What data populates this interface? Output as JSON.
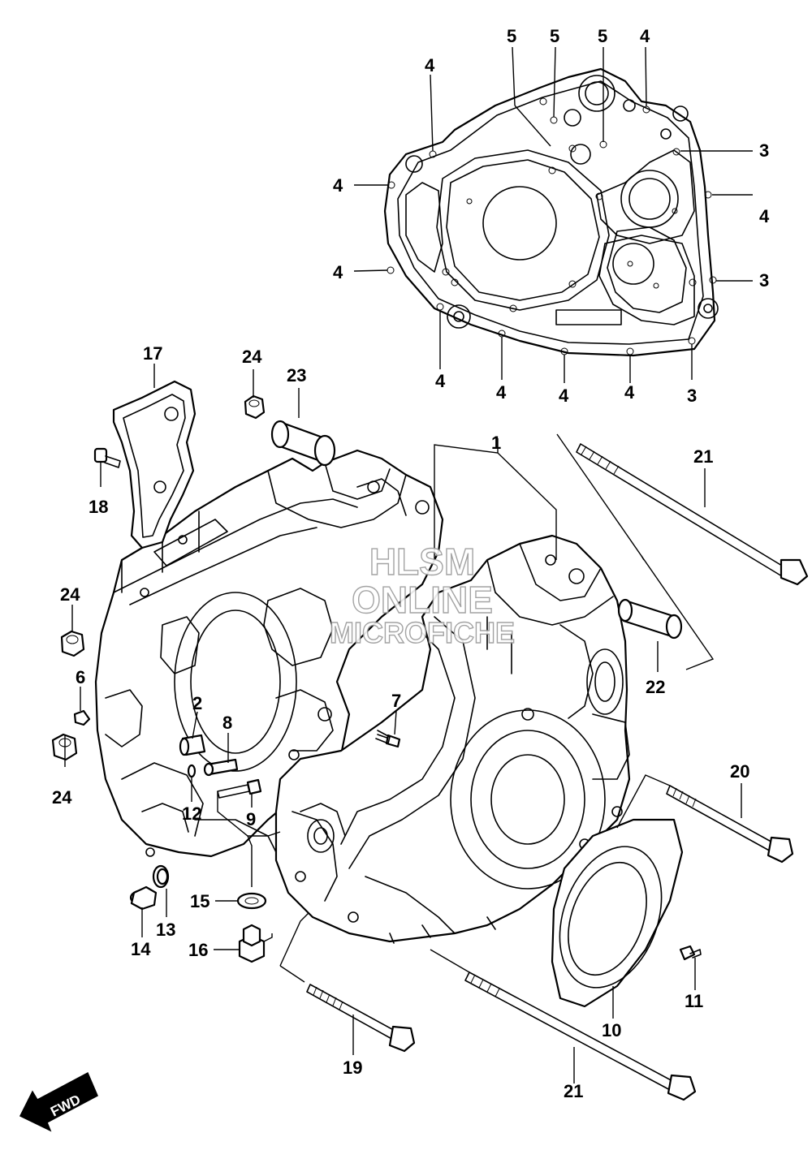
{
  "watermark": {
    "line1": "HLSM",
    "line2": "ONLINE",
    "line3": "MICROFICHE"
  },
  "fwd_label": "FWD",
  "callouts": {
    "c1": "1",
    "c2": "2",
    "c3a": "3",
    "c3b": "3",
    "c3c": "3",
    "c4a": "4",
    "c4b": "4",
    "c4c": "4",
    "c4d": "4",
    "c4e": "4",
    "c4f": "4",
    "c4g": "4",
    "c4h": "4",
    "c4i": "4",
    "c5a": "5",
    "c5b": "5",
    "c5c": "5",
    "c6": "6",
    "c7": "7",
    "c8": "8",
    "c9": "9",
    "c10": "10",
    "c11": "11",
    "c12": "12",
    "c13": "13",
    "c14": "14",
    "c15": "15",
    "c16": "16",
    "c17": "17",
    "c18": "18",
    "c19": "19",
    "c20": "20",
    "c21a": "21",
    "c21b": "21",
    "c22": "22",
    "c23": "23",
    "c24a": "24",
    "c24b": "24",
    "c24c": "24"
  }
}
